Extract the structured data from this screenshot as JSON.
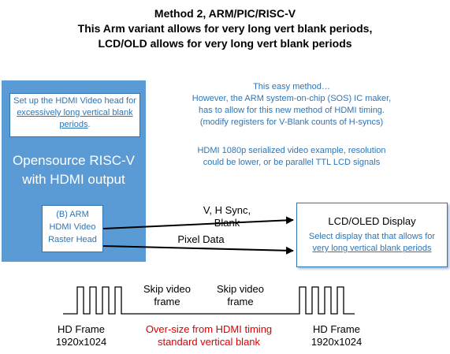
{
  "title": {
    "line1": "Method 2, ARM/PIC/RISC-V",
    "line2": "This Arm variant allows for very long vert blank periods,",
    "line3": "LCD/OLD allows for very long vert blank periods"
  },
  "source_block": {
    "note_prefix": "Set up the HDMI Video head for ",
    "note_link": "excessively long vertical blank periods",
    "note_suffix": ".",
    "label_line1": "Opensource RISC-V",
    "label_line2": "with HDMI output",
    "inner_line1": "(B) ARM",
    "inner_line2": "HDMI Video",
    "inner_line3": "Raster Head"
  },
  "description": {
    "para1_line1": "This easy method…",
    "para1_line2": "However, the ARM system-on-chip (SOS) IC maker,",
    "para1_line3": "has to allow for this new method of HDMI timing.",
    "para1_line4": "(modify registers for V-Blank counts of H-syncs)",
    "para2_line1": "HDMI 1080p  serialized video example, resolution",
    "para2_line2": "could be lower, or be parallel TTL LCD signals"
  },
  "signals": {
    "sync_line1": "V, H Sync,",
    "sync_line2": "Blank",
    "pixel": "Pixel Data"
  },
  "display": {
    "title": "LCD/OLED Display",
    "sub_line1": "Select display that that allows for",
    "sub_line2": "very long vertical blank periods"
  },
  "timing": {
    "skip1_line1": "Skip video",
    "skip1_line2": "frame",
    "skip2_line1": "Skip video",
    "skip2_line2": "frame",
    "left_frame_line1": "HD Frame",
    "left_frame_line2": "1920x1024",
    "right_frame_line1": "HD Frame",
    "right_frame_line2": "1920x1024",
    "note_line1": "Over-size from HDMI timing",
    "note_line2": "standard vertical blank"
  },
  "colors": {
    "box_fill": "#5b9bd5",
    "accent_text": "#2e75b6",
    "warning_text": "#e00000"
  }
}
